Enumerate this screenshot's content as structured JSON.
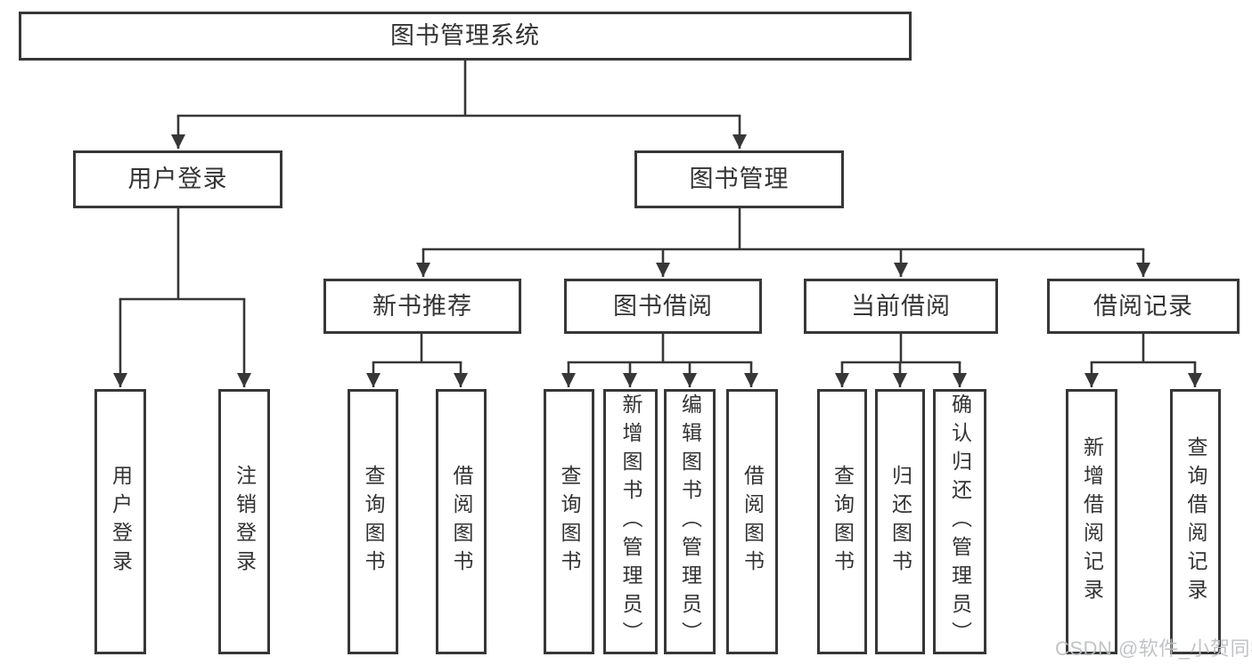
{
  "diagram_title": "图书管理系统",
  "nodes": {
    "root": {
      "label": "图书管理系统"
    },
    "user_login": {
      "label": "用户登录"
    },
    "book_mgmt": {
      "label": "图书管理"
    },
    "new_book_rec": {
      "label": "新书推荐"
    },
    "book_borrow": {
      "label": "图书借阅"
    },
    "current_borrow": {
      "label": "当前借阅"
    },
    "borrow_records": {
      "label": "借阅记录"
    },
    "leaf_user_login": {
      "label": "用户登录"
    },
    "leaf_logout": {
      "label": "注销登录"
    },
    "leaf_query_book_rec": {
      "label": "查询图书"
    },
    "leaf_borrow_book_rec": {
      "label": "借阅图书"
    },
    "leaf_query_book_borrow": {
      "label": "查询图书"
    },
    "leaf_add_book": {
      "label": "新增图书（管理员）"
    },
    "leaf_edit_book": {
      "label": "编辑图书（管理员）"
    },
    "leaf_borrow_book_borrow": {
      "label": "借阅图书"
    },
    "leaf_query_book_current": {
      "label": "查询图书"
    },
    "leaf_return_book": {
      "label": "归还图书"
    },
    "leaf_confirm_return": {
      "label": "确认归还（管理员）"
    },
    "leaf_add_borrow_record": {
      "label": "新增借阅记录"
    },
    "leaf_query_borrow_record": {
      "label": "查询借阅记录"
    }
  },
  "edges": [
    {
      "from": "root",
      "to": [
        "user_login",
        "book_mgmt"
      ]
    },
    {
      "from": "user_login",
      "to": [
        "leaf_user_login",
        "leaf_logout"
      ]
    },
    {
      "from": "book_mgmt",
      "to": [
        "new_book_rec",
        "book_borrow",
        "current_borrow",
        "borrow_records"
      ]
    },
    {
      "from": "new_book_rec",
      "to": [
        "leaf_query_book_rec",
        "leaf_borrow_book_rec"
      ]
    },
    {
      "from": "book_borrow",
      "to": [
        "leaf_query_book_borrow",
        "leaf_add_book",
        "leaf_edit_book",
        "leaf_borrow_book_borrow"
      ]
    },
    {
      "from": "current_borrow",
      "to": [
        "leaf_query_book_current",
        "leaf_return_book",
        "leaf_confirm_return"
      ]
    },
    {
      "from": "borrow_records",
      "to": [
        "leaf_add_borrow_record",
        "leaf_query_borrow_record"
      ]
    }
  ],
  "watermark": {
    "text": "CSDN @软件_小贺同学"
  },
  "colors": {
    "line": "#373737",
    "box_border": "#373737",
    "text": "#333333",
    "background": "#ffffff",
    "watermark": "#bcbec2"
  }
}
